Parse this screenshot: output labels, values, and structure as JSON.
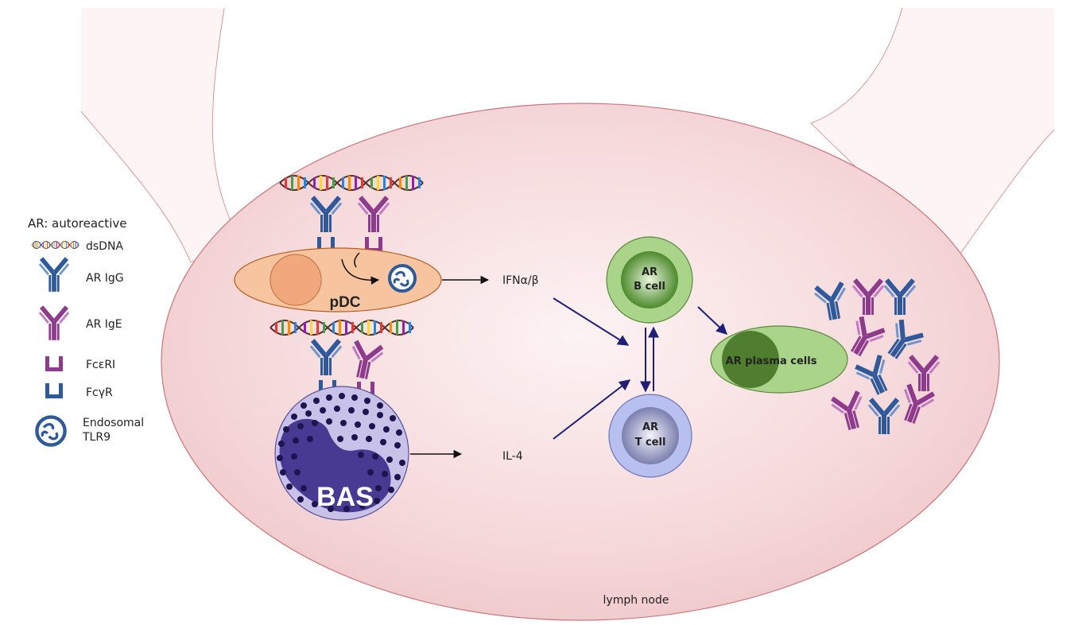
{
  "legend": {
    "title": "AR: autoreactive",
    "items": [
      {
        "icon": "dsdna-icon",
        "label": "dsDNA"
      },
      {
        "icon": "ar-igg-icon",
        "label": "AR IgG"
      },
      {
        "icon": "ar-ige-icon",
        "label": "AR IgE"
      },
      {
        "icon": "fceri-icon",
        "label": "FcεRI"
      },
      {
        "icon": "fcgr-icon",
        "label": "FcγR"
      },
      {
        "icon": "endosomal-tlr9-icon",
        "label_line1": "Endosomal",
        "label_line2": "TLR9"
      }
    ]
  },
  "cells": {
    "pdc": "pDC",
    "bas": "BAS",
    "b_cell": {
      "line1": "AR",
      "line2": "B cell"
    },
    "t_cell": {
      "line1": "AR",
      "line2": "T cell"
    },
    "plasma": "AR plasma cells"
  },
  "mediators": {
    "ifn": "IFNα/β",
    "il4": "IL-4"
  },
  "region_label": "lymph node",
  "colors": {
    "igg": "#2e5a9c",
    "ige": "#8e3b8e",
    "lymph_node": "#f3d3d6",
    "pdc": "#f6c49f",
    "basophil": "#c9c2e8",
    "granule": "#1e1550",
    "b_cell": "#4f8a2e",
    "plasma": "#a9d48a",
    "t_cell": "#b7c0ee",
    "arrow": "#1f1f7a"
  }
}
